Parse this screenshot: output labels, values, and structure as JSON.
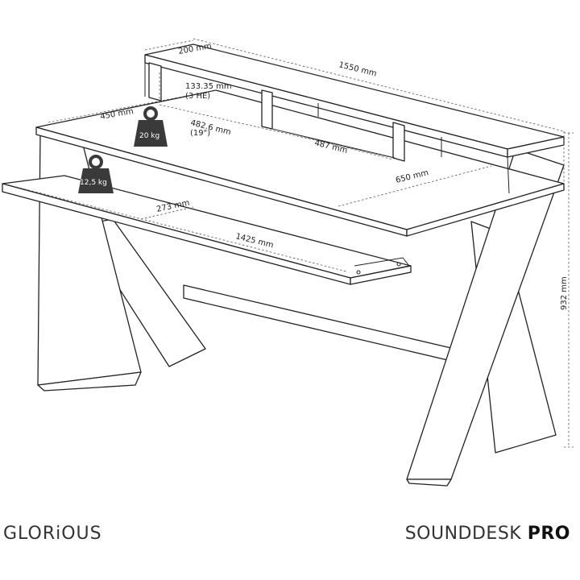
{
  "diagram": {
    "dimensions": {
      "depth_top": "200 mm",
      "width_top": "1550 mm",
      "rack_height": "133.35 mm",
      "rack_units": "(3 HE)",
      "desk_depth": "450 mm",
      "rack_width": "482.6 mm",
      "rack_inch": "(19\")",
      "shelf_gap": "487 mm",
      "desk_depth_right": "650 mm",
      "tray_depth": "273 mm",
      "tray_width": "1425 mm",
      "height": "932 mm"
    },
    "weights": {
      "desk_load": "20 kg",
      "tray_load": "12,5 kg"
    }
  },
  "brand": {
    "logo": "GLORiOUS",
    "product_name": "SOUNDDESK",
    "product_suffix": "PRO"
  }
}
